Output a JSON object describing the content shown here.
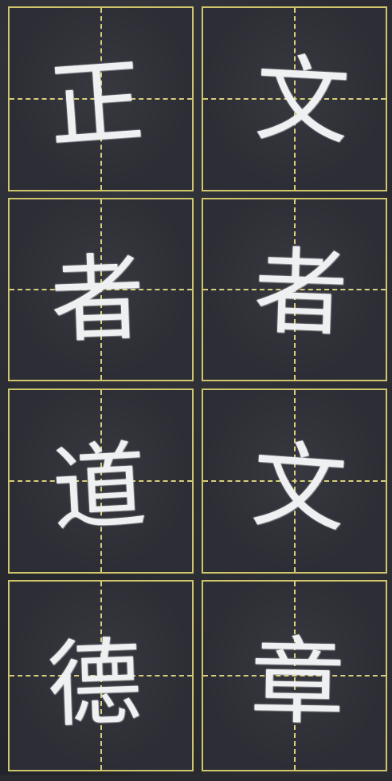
{
  "grid": {
    "line_color": "#cfc56a",
    "board_color": "#2d2e35",
    "chalk_color": "#eef0f2",
    "cells": [
      {
        "char": "正"
      },
      {
        "char": "文"
      },
      {
        "char": "者"
      },
      {
        "char": "者"
      },
      {
        "char": "道"
      },
      {
        "char": "文"
      },
      {
        "char": "德"
      },
      {
        "char": "章"
      }
    ]
  }
}
